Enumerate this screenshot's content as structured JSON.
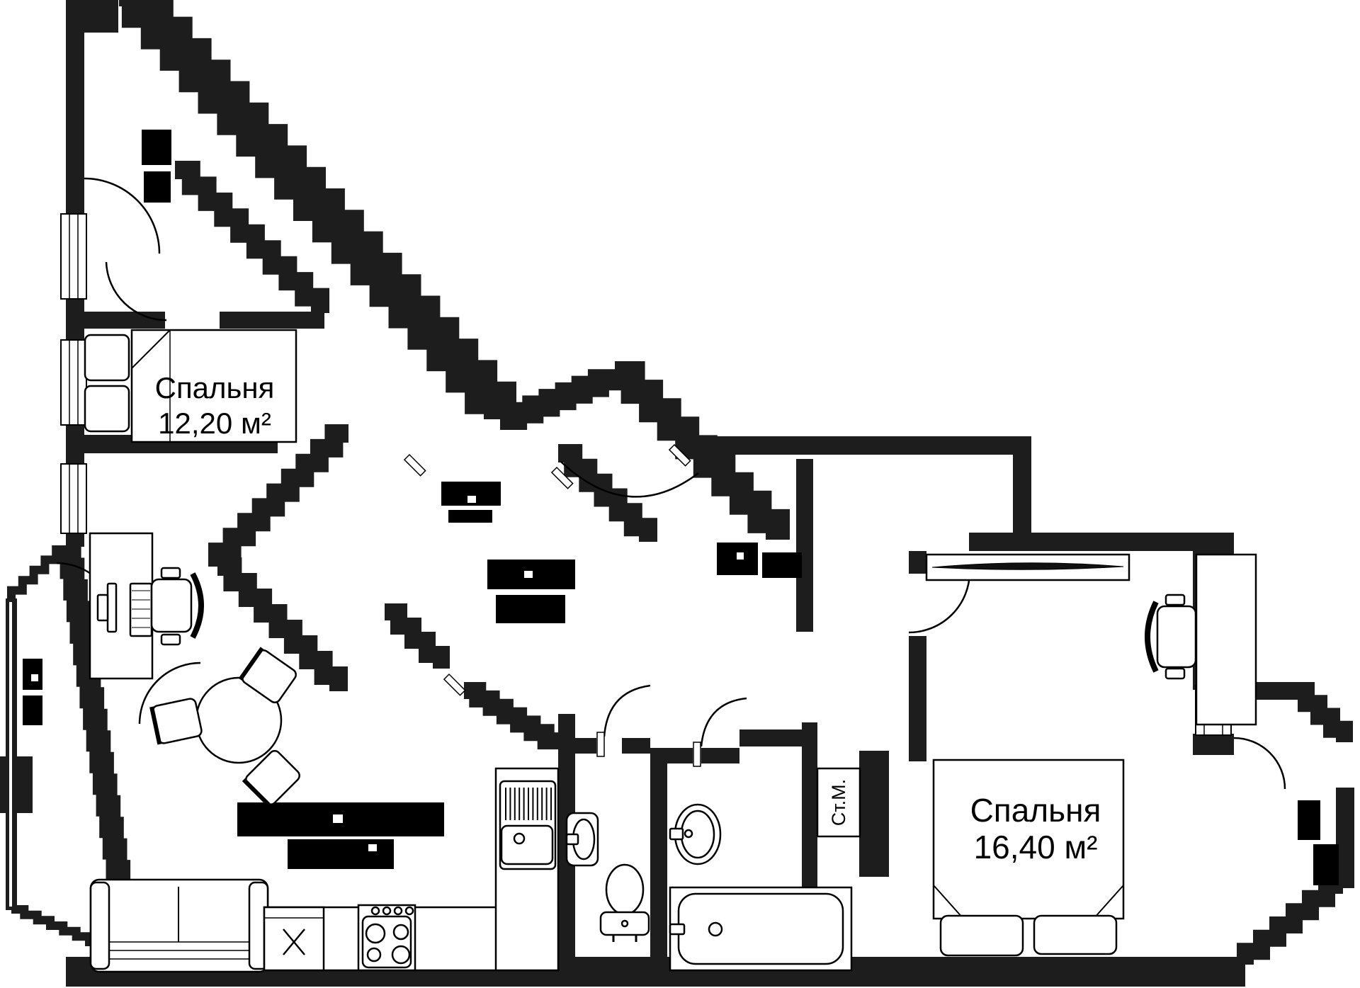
{
  "meta": {
    "type": "apartment-floor-plan",
    "language": "ru",
    "style": "black-and-white architectural drawing, partially distorted/pixelated"
  },
  "palette": {
    "background": "#ffffff",
    "walls": "#1d1d1d",
    "furniture_lines": "#000000"
  },
  "rooms": {
    "bedroom_1": {
      "name": "Спальня",
      "area": "12,20 м²"
    },
    "bedroom_2": {
      "name": "Спальня",
      "area": "16,40 м²"
    }
  },
  "appliances": {
    "washing_machine": {
      "label": "Ст.М."
    }
  },
  "distorted_labels": {
    "note": "Several labels are rendered as illegible pixelated black blocks",
    "locations": [
      "upper-left-nook",
      "corridor-center-upper",
      "corridor-center-lower",
      "hall-closet",
      "kitchen-living-room",
      "left-balcony",
      "right-balcony"
    ]
  }
}
